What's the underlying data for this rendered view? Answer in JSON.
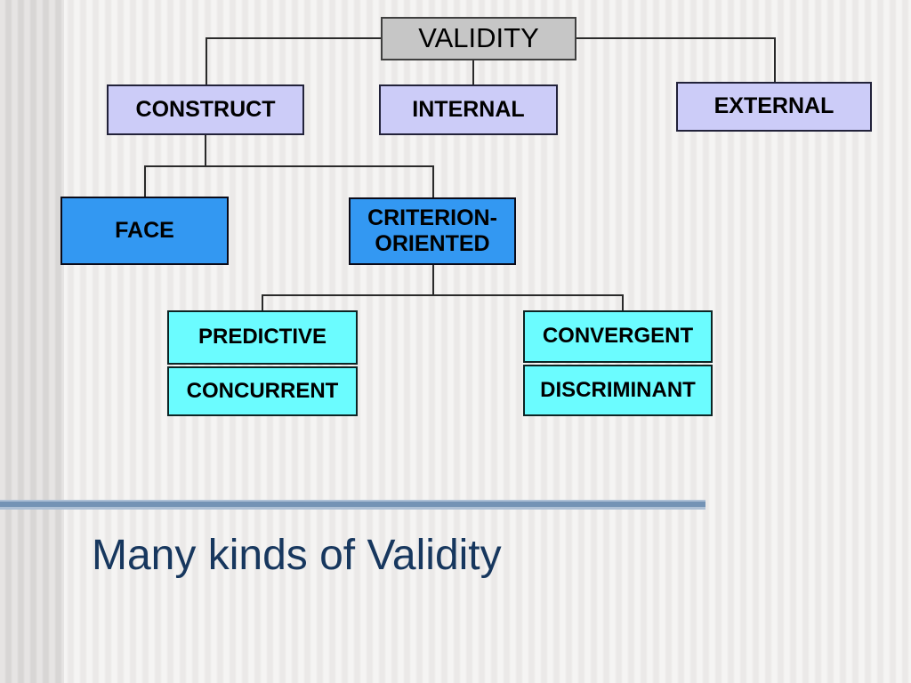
{
  "slide": {
    "title": "Many kinds of Validity",
    "title_color": "#17375e",
    "divider_color": "#7493b5"
  },
  "diagram": {
    "type": "tree",
    "nodes": {
      "validity": {
        "label": "VALIDITY",
        "level": 1,
        "fill": "#c6c6c6"
      },
      "construct": {
        "label": "CONSTRUCT",
        "level": 2,
        "parent": "validity",
        "fill": "#ccccf8"
      },
      "internal": {
        "label": "INTERNAL",
        "level": 2,
        "parent": "validity",
        "fill": "#ccccf8"
      },
      "external": {
        "label": "EXTERNAL",
        "level": 2,
        "parent": "validity",
        "fill": "#ccccf8"
      },
      "face": {
        "label": "FACE",
        "level": 3,
        "parent": "construct",
        "fill": "#3398f2"
      },
      "criterion": {
        "label": "CRITERION-ORIENTED",
        "level": 3,
        "parent": "construct",
        "fill": "#3398f2"
      },
      "predictive": {
        "label": "PREDICTIVE",
        "level": 4,
        "parent": "criterion",
        "fill": "#6bfcff"
      },
      "concurrent": {
        "label": "CONCURRENT",
        "level": 4,
        "parent": "criterion",
        "fill": "#6bfcff"
      },
      "convergent": {
        "label": "CONVERGENT",
        "level": 4,
        "parent": "criterion",
        "fill": "#6bfcff"
      },
      "discriminant": {
        "label": "DISCRIMINANT",
        "level": 4,
        "parent": "criterion",
        "fill": "#6bfcff"
      }
    }
  }
}
